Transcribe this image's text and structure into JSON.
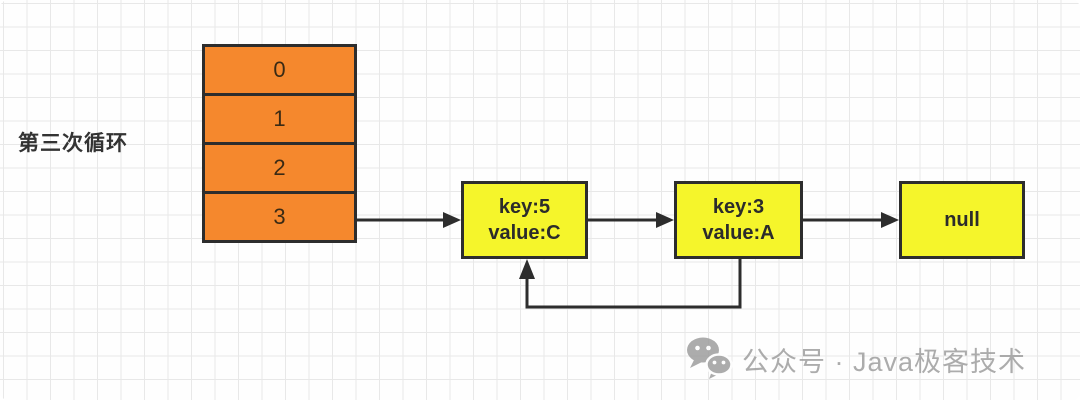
{
  "label": "第三次循环",
  "array": {
    "cells": [
      "0",
      "1",
      "2",
      "3"
    ]
  },
  "nodes": [
    {
      "line1": "key:5",
      "line2": "value:C"
    },
    {
      "line1": "key:3",
      "line2": "value:A"
    },
    {
      "line1": "null",
      "line2": ""
    }
  ],
  "edges": [
    "array-cell-3 -> node-key5",
    "node-key5 -> node-key3",
    "node-key3 -> node-null",
    "node-key3 -> node-key5 (loop-back)"
  ],
  "watermark": {
    "icon": "wechat-icon",
    "text": "公众号 · Java极客技术"
  },
  "colors": {
    "array_fill": "#F5882D",
    "node_fill": "#F5F52B",
    "stroke": "#2D2D2D",
    "grid_line": "#E8E8E8",
    "canvas_bg": "#FEFEFE",
    "watermark_gray": "#9E9E9E",
    "label_text": "#333333"
  }
}
